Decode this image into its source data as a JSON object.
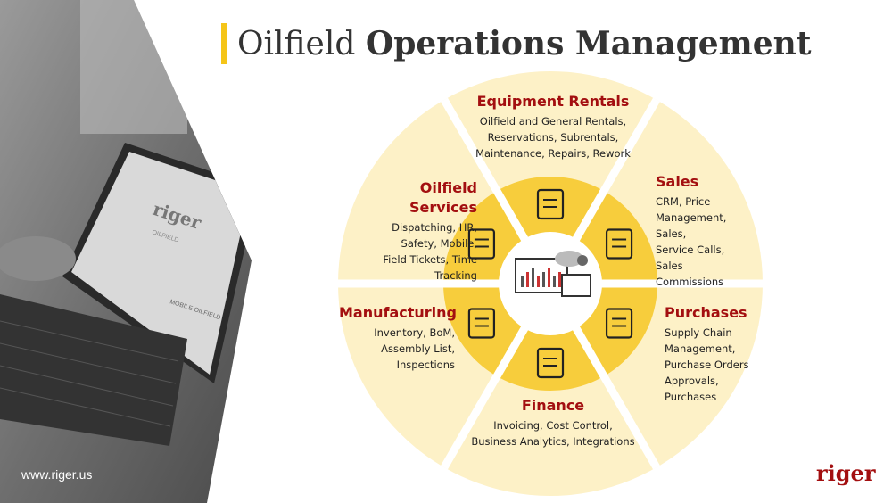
{
  "title": {
    "light": "Oilfield",
    "bold": "Operations Management"
  },
  "photo": {
    "website": "www.riger.us",
    "screen_brand": "riger",
    "screen_sub": "OILFIELD",
    "screen_footer": "MOBILE OILFIELD"
  },
  "center": {
    "icon": "computer-cloud-lock-icon"
  },
  "segments": [
    {
      "id": "equipment-rentals",
      "title": "Equipment Rentals",
      "lines": [
        "Oilfield and General Rentals,",
        "Reservations, Subrentals,",
        "Maintenance, Repairs, Rework"
      ],
      "icon": "pumpjack-icon"
    },
    {
      "id": "sales",
      "title": "Sales",
      "lines": [
        "CRM, Price",
        "Management, Sales,",
        "Service Calls, Sales",
        "Commissions"
      ],
      "icon": "oil-derrick-icon"
    },
    {
      "id": "purchases",
      "title": "Purchases",
      "lines": [
        "Supply Chain",
        "Management,",
        "Purchase Orders",
        "Approvals,",
        "Purchases"
      ],
      "icon": "mobile-shop-icon"
    },
    {
      "id": "finance",
      "title": "Finance",
      "lines": [
        "Invoicing, Cost Control,",
        "Business Analytics, Integrations"
      ],
      "icon": "invoice-check-icon"
    },
    {
      "id": "manufacturing",
      "title": "Manufacturing",
      "lines": [
        "Inventory, BoM,",
        "Assembly List,",
        "Inspections"
      ],
      "icon": "gear-network-icon"
    },
    {
      "id": "oilfield-services",
      "title": "Oilfield Services",
      "lines": [
        "Dispatching, HR,",
        "Safety, Mobile,",
        "Field Tickets, Time",
        "Tracking"
      ],
      "icon": "field-worker-icon"
    }
  ],
  "logo": "riger",
  "colors": {
    "accent": "#f5c518",
    "outer": "#fdf1c7",
    "inner": "#f7cd3c",
    "heading": "#a30f10"
  }
}
